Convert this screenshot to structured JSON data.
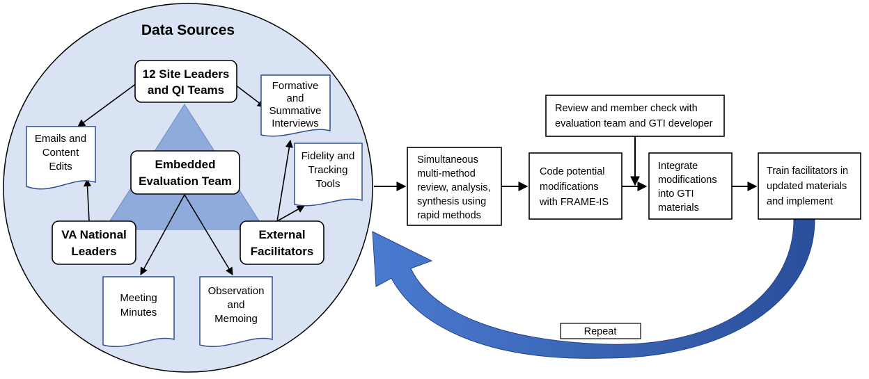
{
  "diagram": {
    "title": "Data Sources",
    "nodes": {
      "site_leaders": [
        "12 Site Leaders",
        "and QI Teams"
      ],
      "evaluation_team": [
        "Embedded",
        "Evaluation Team"
      ],
      "national_leaders": [
        "VA National",
        "Leaders"
      ],
      "external_facilitators": [
        "External",
        "Facilitators"
      ]
    },
    "documents": {
      "emails": [
        "Emails and",
        "Content",
        "Edits"
      ],
      "interviews": [
        "Formative",
        "and",
        "Summative",
        "Interviews"
      ],
      "fidelity": [
        "Fidelity and",
        "Tracking",
        "Tools"
      ],
      "minutes": [
        "Meeting",
        "Minutes"
      ],
      "observation": [
        "Observation",
        "and",
        "Memoing"
      ]
    },
    "process": {
      "review": [
        "Simultaneous",
        "multi-method",
        "review, analysis,",
        "synthesis using",
        "rapid methods"
      ],
      "code": [
        "Code potential",
        "modifications",
        "with FRAME-IS"
      ],
      "member_check": [
        "Review and member check with",
        "evaluation team and GTI developer"
      ],
      "integrate": [
        "Integrate",
        "modifications",
        "into GTI",
        "materials"
      ],
      "train": [
        "Train facilitators in",
        "updated materials",
        "and implement"
      ]
    },
    "repeat_label": "Repeat",
    "colors": {
      "circle_fill": "#dae3f3",
      "triangle_fill": "#8fabdc",
      "doc_border": "#2f4f8f",
      "loop_arrow": "#3b6cc4"
    }
  }
}
